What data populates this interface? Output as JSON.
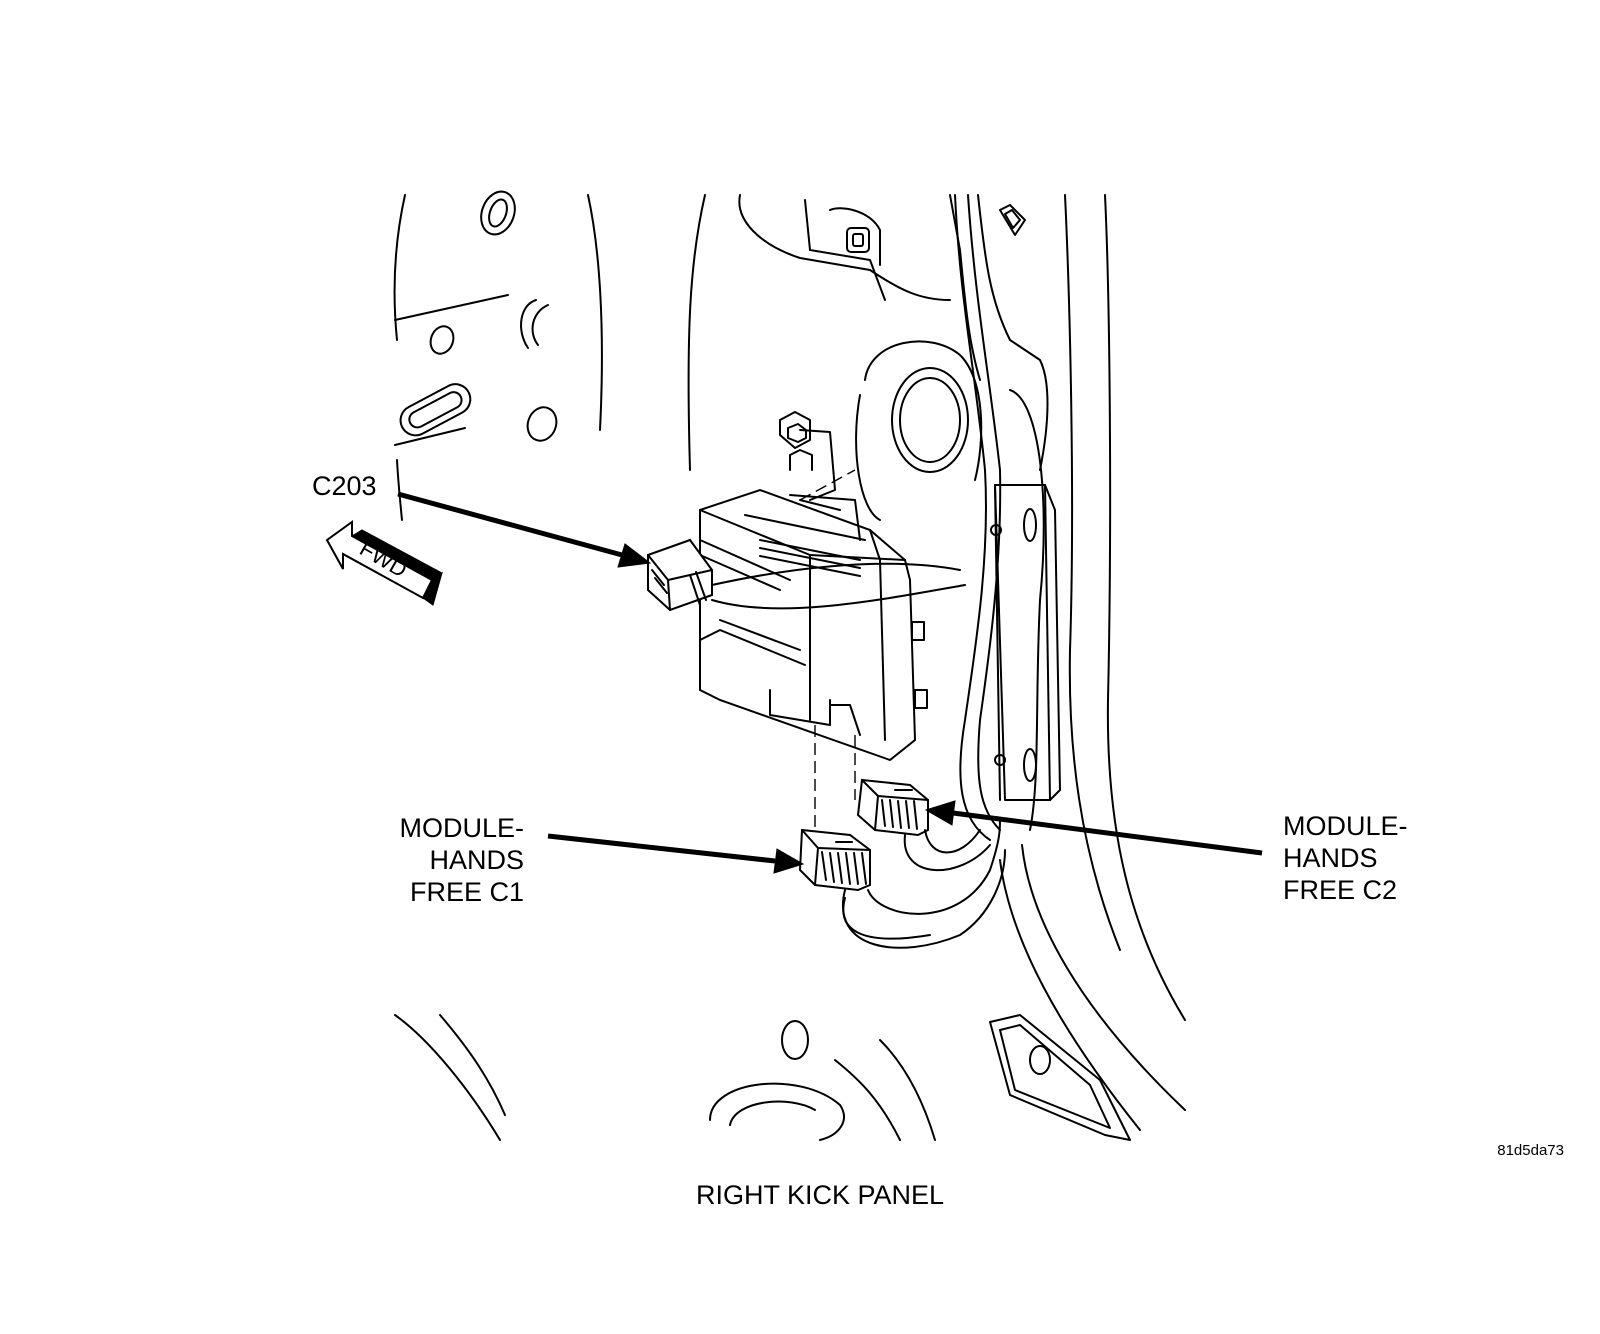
{
  "labels": {
    "c203": "C203",
    "c1": "MODULE-\nHANDS\nFREE C1",
    "c2": "MODULE-\nHANDS\nFREE C2",
    "fwd": "FWD"
  },
  "caption": "RIGHT KICK PANEL",
  "figure_id": "81d5da73"
}
